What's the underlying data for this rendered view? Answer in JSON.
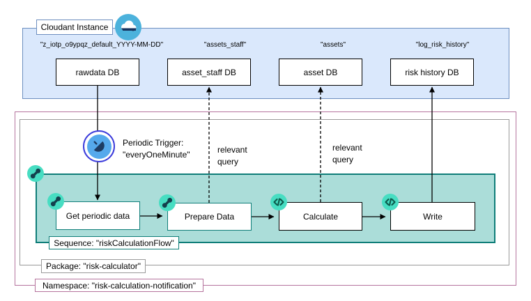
{
  "cloudant": {
    "title": "Cloudant Instance",
    "databases": [
      {
        "tag": "\"z_iotp_o9ypqz_default_YYYY-MM-DD\"",
        "name": "rawdata DB"
      },
      {
        "tag": "\"assets_staff\"",
        "name": "asset_staff DB"
      },
      {
        "tag": "\"assets\"",
        "name": "asset DB"
      },
      {
        "tag": "\"log_risk_history\"",
        "name": "risk history DB"
      }
    ]
  },
  "trigger": {
    "label": "Periodic Trigger:\n\"everyOneMinute\""
  },
  "queries": {
    "left": "relevant\nquery",
    "right": "relevant\nquery"
  },
  "containers": {
    "namespace_label": "Namespace: \"risk-calculation-notification\"",
    "package_label": "Package: \"risk-calculator\"",
    "sequence_label": "Sequence: \"riskCalculationFlow\""
  },
  "steps": [
    {
      "label": "Get periodic data",
      "icon": "linked-nodes-icon"
    },
    {
      "label": "Prepare Data",
      "icon": "linked-nodes-icon"
    },
    {
      "label": "Calculate",
      "icon": "code-brackets-icon"
    },
    {
      "label": "Write",
      "icon": "code-brackets-icon"
    }
  ],
  "icons": {
    "cloudant": "cloud-icon",
    "trigger": "satellite-dish-icon",
    "sequence": "linked-nodes-icon",
    "code": "code-brackets-icon"
  },
  "colors": {
    "cloudant_fill": "#dae8fc",
    "cloudant_border": "#6c8ebf",
    "namespace_border": "#b5739d",
    "package_border": "#999999",
    "sequence_fill": "#abddd9",
    "sequence_border": "#0e7d78",
    "icon_chip": "#47ddc2",
    "trigger_ring": "#3b3bdb",
    "trigger_fill": "#55a9ec",
    "arrow": "#000000"
  }
}
